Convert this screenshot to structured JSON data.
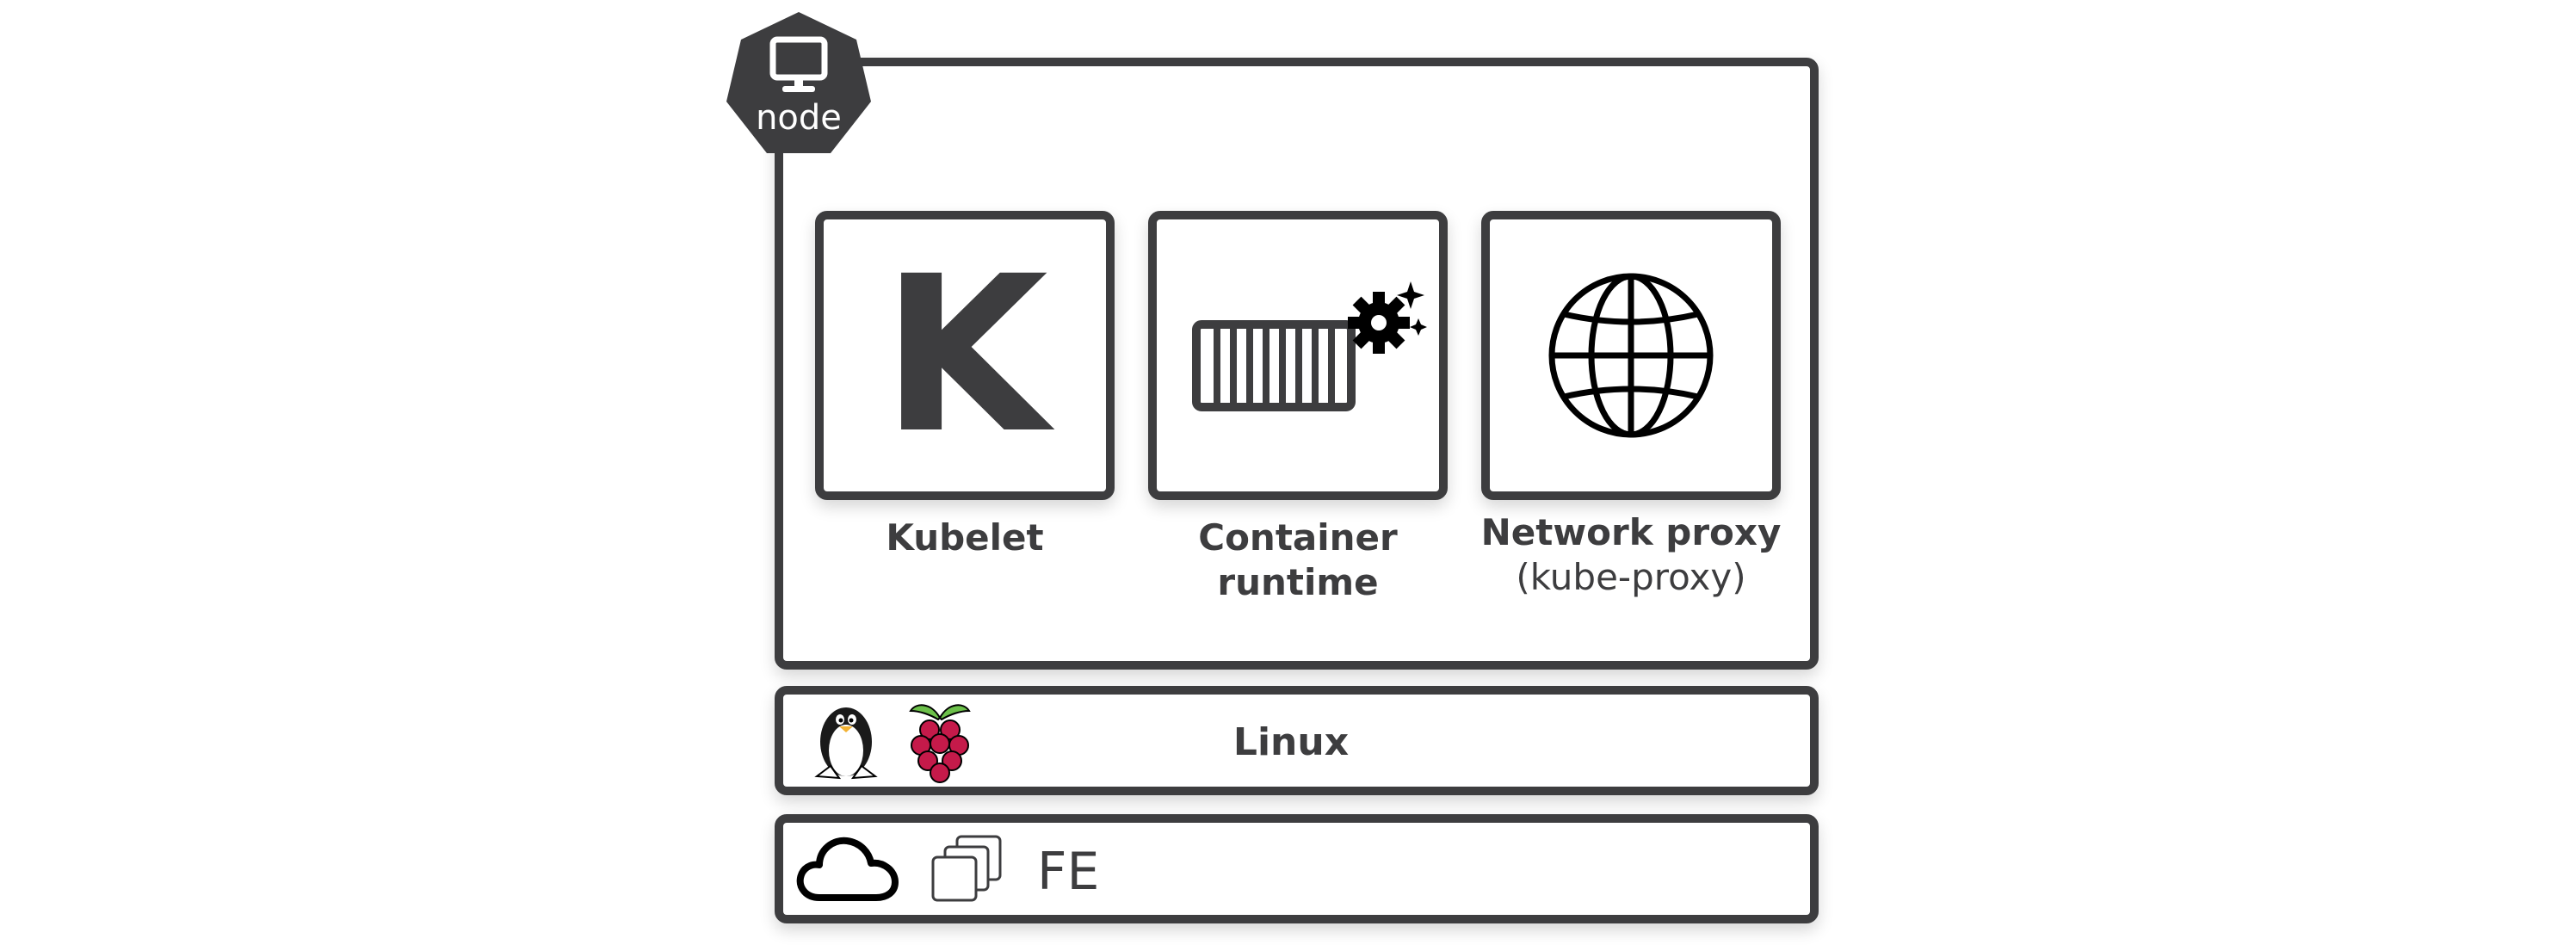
{
  "node_badge": {
    "label": "node",
    "icon": "monitor-icon"
  },
  "components": [
    {
      "title": "Kubelet",
      "icon_text": "K"
    },
    {
      "title_line1": "Container",
      "title_line2": "runtime",
      "icon": "container-gear-icon"
    },
    {
      "title": "Network proxy",
      "subtitle": "(kube-proxy)",
      "icon": "globe-icon"
    }
  ],
  "os_layer": {
    "label": "Linux",
    "icons": [
      "linux-penguin-icon",
      "raspberry-pi-icon"
    ]
  },
  "infra_layer": {
    "label": "FE",
    "icons": [
      "cloud-icon",
      "virtual-machines-icon"
    ]
  },
  "colors": {
    "stroke": "#3d3d3f",
    "background": "#ffffff",
    "raspberry": "#c51a4a",
    "leaf": "#6cc04a"
  }
}
